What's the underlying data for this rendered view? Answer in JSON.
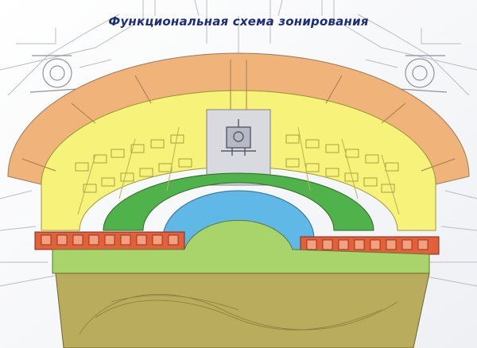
{
  "title": "Функциональная схема зонирования",
  "colors": {
    "orange_zone": "#f0b47a",
    "yellow_zone": "#f7f27a",
    "green_zone": "#4fb24a",
    "blue_zone": "#5fb8e6",
    "red_zone": "#e2603a",
    "lightgreen_zone": "#a9d36b",
    "olive_zone": "#b9ac5c",
    "title_color": "#1c2d7a"
  },
  "icons": [
    "roundabout-icon-left",
    "roundabout-icon-right",
    "central-building-icon"
  ]
}
